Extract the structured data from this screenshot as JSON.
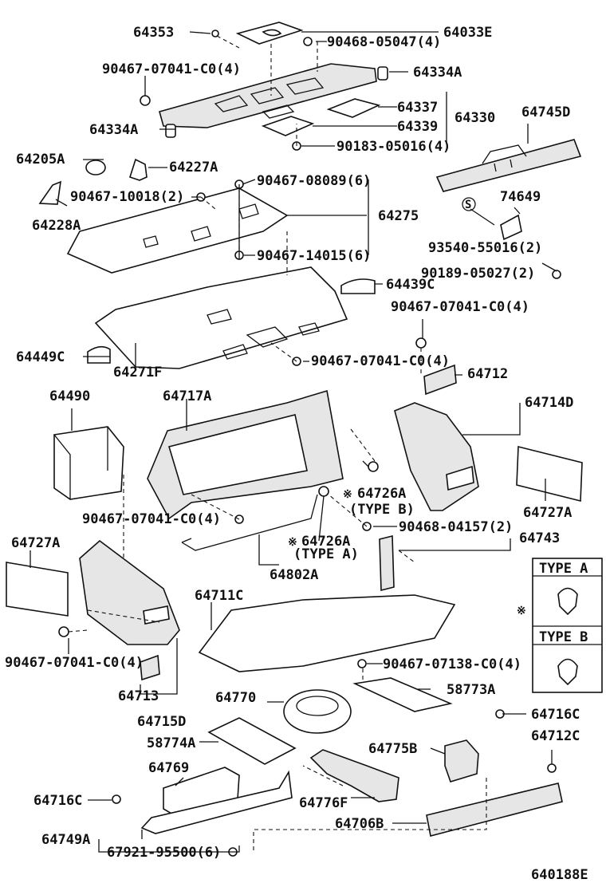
{
  "labels": {
    "p64353": "64353",
    "p64033E": "64033E",
    "p90468_05047": "90468-05047(4)",
    "p90467_07041_top": "90467-07041-C0(4)",
    "p64334A_r": "64334A",
    "p64334A_l": "64334A",
    "p64337": "64337",
    "p64330": "64330",
    "p64339": "64339",
    "p90183_05016": "90183-05016(4)",
    "p64745D": "64745D",
    "p64205A": "64205A",
    "p64227A": "64227A",
    "p90467_08089": "90467-08089(6)",
    "p90467_10018": "90467-10018(2)",
    "p64228A": "64228A",
    "p64275": "64275",
    "p74649": "74649",
    "p93540_55016": "93540-55016(2)",
    "p90467_14015": "90467-14015(6)",
    "p90189_05027": "90189-05027(2)",
    "p64439C": "64439C",
    "p90467_07041_mid": "90467-07041-C0(4)",
    "p64449C": "64449C",
    "p64271F": "64271F",
    "p90467_07041_mid2": "90467-07041-C0(4)",
    "p64490": "64490",
    "p64717A": "64717A",
    "p64712": "64712",
    "p64714D": "64714D",
    "p64726A_b": "64726A",
    "type_b_paren": "(TYPE B)",
    "p90467_07041_low": "90467-07041-C0(4)",
    "p64727A_r": "64727A",
    "p64726A_a": "64726A",
    "type_a_paren": "(TYPE A)",
    "p90468_04157": "90468-04157(2)",
    "p64743": "64743",
    "p64727A_l": "64727A",
    "p64802A": "64802A",
    "p64711C": "64711C",
    "p90467_07041_left": "90467-07041-C0(4)",
    "p90467_07138": "90467-07138-C0(4)",
    "p64713": "64713",
    "p64715D": "64715D",
    "p64770": "64770",
    "p58773A": "58773A",
    "p64716C_r": "64716C",
    "p58774A": "58774A",
    "p64712C": "64712C",
    "p64775B": "64775B",
    "p64769": "64769",
    "p64716C_l": "64716C",
    "p64776F": "64776F",
    "p64706B": "64706B",
    "p64749A": "64749A",
    "p67921_95500": "67921-95500(6)",
    "diagram_code": "640188E",
    "note_mark_1": "※",
    "note_mark_2": "※",
    "note_mark_3": "※",
    "s_mark": "S"
  },
  "type_box": {
    "type_a": "TYPE A",
    "type_b": "TYPE B"
  }
}
